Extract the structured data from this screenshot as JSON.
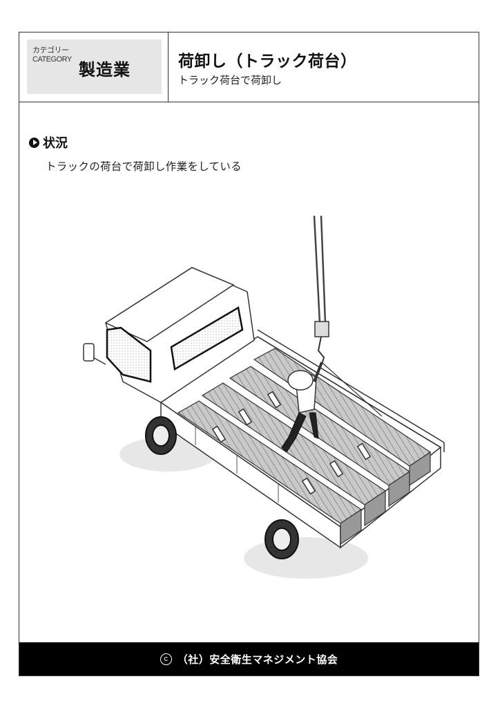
{
  "header": {
    "category_label_jp": "カテゴリー",
    "category_label_en": "CATEGORY",
    "category_value": "製造業",
    "title": "荷卸し（トラック荷台）",
    "subtitle": "トラック荷台で荷卸し"
  },
  "situation": {
    "icon": "play-circle-icon",
    "heading": "状況",
    "description": "トラックの荷台で荷卸し作業をしている"
  },
  "illustration": {
    "alt": "Worker standing on bundled lumber on a flatbed truck, hooking a crane sling for unloading",
    "elements": [
      "truck",
      "crane-hook",
      "lumber-bundles",
      "worker-with-helmet",
      "slings"
    ]
  },
  "footer": {
    "copyright_symbol": "c",
    "text": "（社）安全衛生マネジメント協会"
  },
  "colors": {
    "category_bg": "#e6e6e6",
    "border": "#333333",
    "footer_bg": "#000000",
    "footer_text": "#ffffff"
  }
}
